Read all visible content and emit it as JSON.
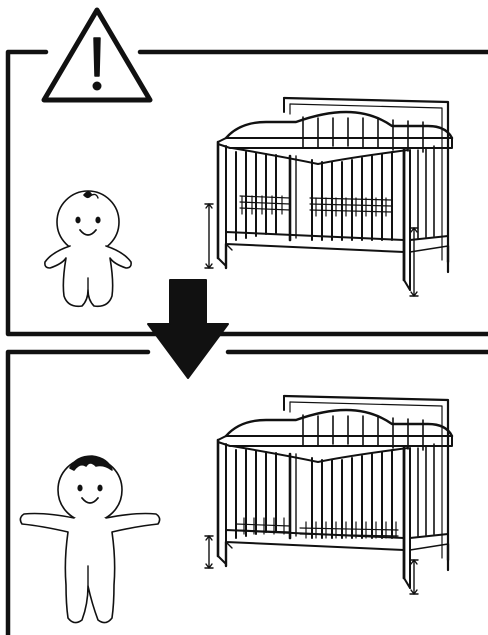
{
  "figure": {
    "warning_icon": "warning-triangle-icon",
    "arrow_icon": "down-arrow-icon",
    "panels": [
      {
        "name": "panel-infant",
        "mattress_level": "high",
        "child": "infant"
      },
      {
        "name": "panel-toddler",
        "mattress_level": "low",
        "child": "standing-baby"
      }
    ]
  },
  "colors": {
    "ink": "#111111",
    "paper": "#ffffff"
  }
}
